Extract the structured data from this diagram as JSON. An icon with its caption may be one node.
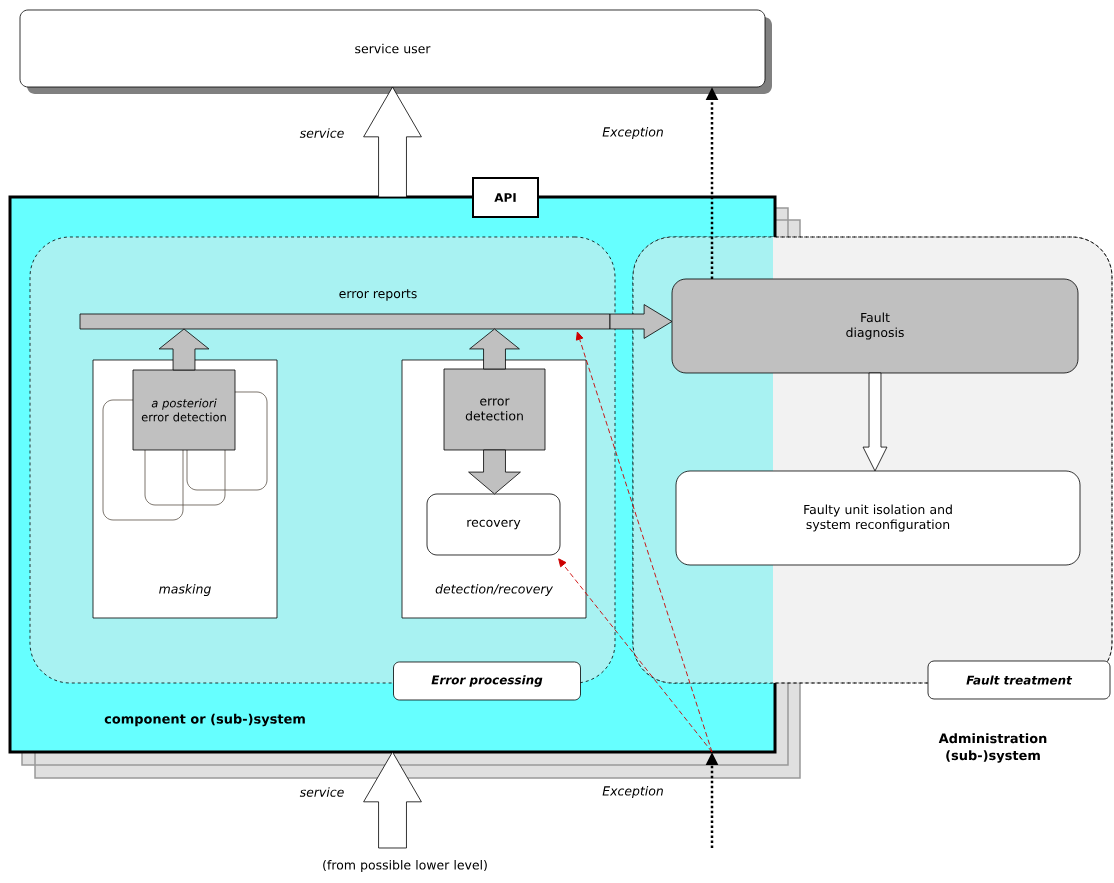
{
  "diagram": {
    "nodes": [
      {
        "text": [
          "service user"
        ]
      },
      {
        "text": [
          "component or (sub-)system"
        ]
      },
      {
        "text": [
          "API"
        ]
      },
      {
        "text": [
          "Error processing"
        ],
        "in": 1
      },
      {
        "text": [
          "masking"
        ],
        "in": 3
      },
      {
        "text": [
          "*a posteriori* error detection"
        ],
        "in": 4
      },
      {
        "text": [
          "detection/recovery"
        ],
        "in": 3
      },
      {
        "text": [
          "error detection"
        ],
        "in": 6
      },
      {
        "text": [
          "recovery"
        ],
        "in": 6
      },
      {
        "text": [
          "Fault treatment"
        ]
      },
      {
        "text": [
          "Fault diagnosis"
        ],
        "in": 9
      },
      {
        "text": [
          "Faulty unit isolation and system reconfiguration"
        ],
        "in": 9
      },
      {
        "text": [
          "error reports"
        ],
        "in": 3
      }
    ],
    "edges": [
      {
        "from": 1,
        "to": 0,
        "arrow": "to",
        "label": "service"
      },
      {
        "from": 12,
        "to": 10,
        "arrow": "to"
      },
      {
        "from": 5,
        "to": 12,
        "arrow": "to"
      },
      {
        "from": 7,
        "to": 12,
        "arrow": "to"
      },
      {
        "from": 7,
        "to": 8,
        "arrow": "to"
      },
      {
        "from": 10,
        "to": 11,
        "arrow": "to"
      },
      {
        "from": 10,
        "to": 0,
        "arrow": "to",
        "label": "Exception",
        "style": "dashed"
      },
      {
        "from": null,
        "to": 1,
        "arrow": "to",
        "label": "service"
      },
      {
        "from": null,
        "to": 1,
        "arrow": "to",
        "label": "Exception",
        "style": "dashed"
      },
      {
        "from": null,
        "to": 8,
        "arrow": "to",
        "style": "dashed",
        "color": "#cc0000"
      },
      {
        "from": null,
        "to": 12,
        "arrow": "to",
        "style": "dashed",
        "color": "#cc0000"
      }
    ],
    "labels": [
      "Administration (sub-)system",
      "(from possible lower level)"
    ]
  }
}
